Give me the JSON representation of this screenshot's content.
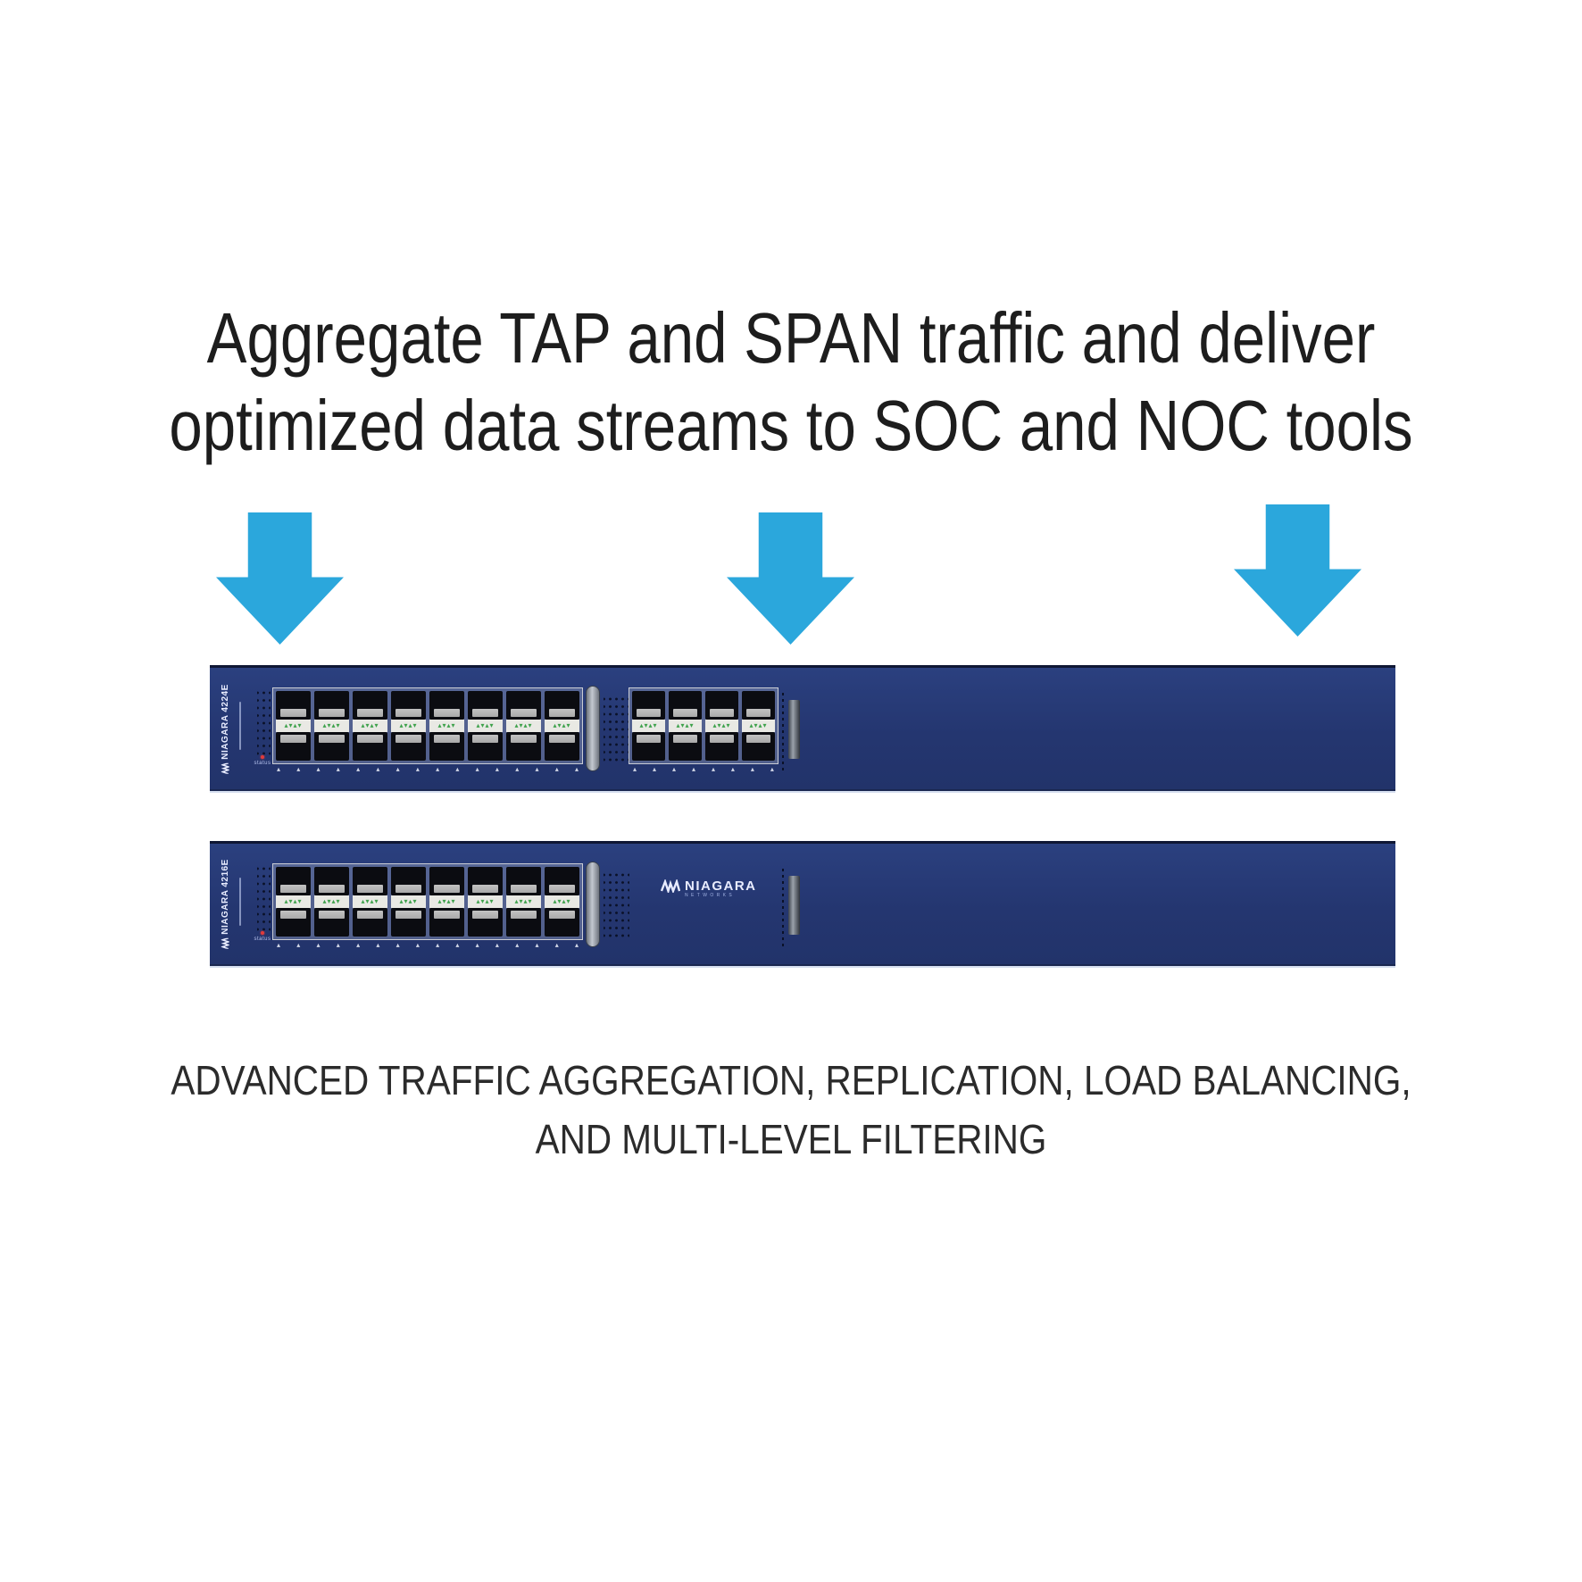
{
  "title": {
    "line1": "Aggregate TAP and SPAN traffic and deliver",
    "line2": "optimized data streams to SOC and NOC tools"
  },
  "caption": {
    "line1": "ADVANCED TRAFFIC AGGREGATION, REPLICATION, LOAD BALANCING,",
    "line2": "AND MULTI-LEVEL FILTERING"
  },
  "arrows": {
    "count": 3,
    "direction": "down"
  },
  "devices": [
    {
      "model_label": "NIAGARA 4224E",
      "status_label": "status",
      "port_groups": [
        8,
        4
      ],
      "port_type": "QSFP"
    },
    {
      "model_label": "NIAGARA 4216E",
      "status_label": "status",
      "port_groups": [
        8
      ],
      "port_type": "QSFP",
      "logo": {
        "brand": "NIAGARA",
        "sub": "NETWORKS"
      }
    }
  ],
  "glyphs": {
    "port_strip": "▴▾▴▾",
    "port_mark": "▴"
  },
  "colors": {
    "background": "#ffffff",
    "arrow": "#2ba7dc",
    "device_body": "#263a74",
    "device_edge": "#0f1734",
    "port_cage": "#0b0c11",
    "port_latch": "#a9a9a9",
    "label_strip": "#e9e9e4",
    "label_glyph": "#3fa24c",
    "block_outline": "#c9ccd4",
    "handle": "#979ea8",
    "dot": "#0a1128",
    "led": "#e23b3b",
    "text_dark": "#1d1d1d",
    "caption_text": "#2b2b2b",
    "logo_text": "#e8ecff"
  }
}
